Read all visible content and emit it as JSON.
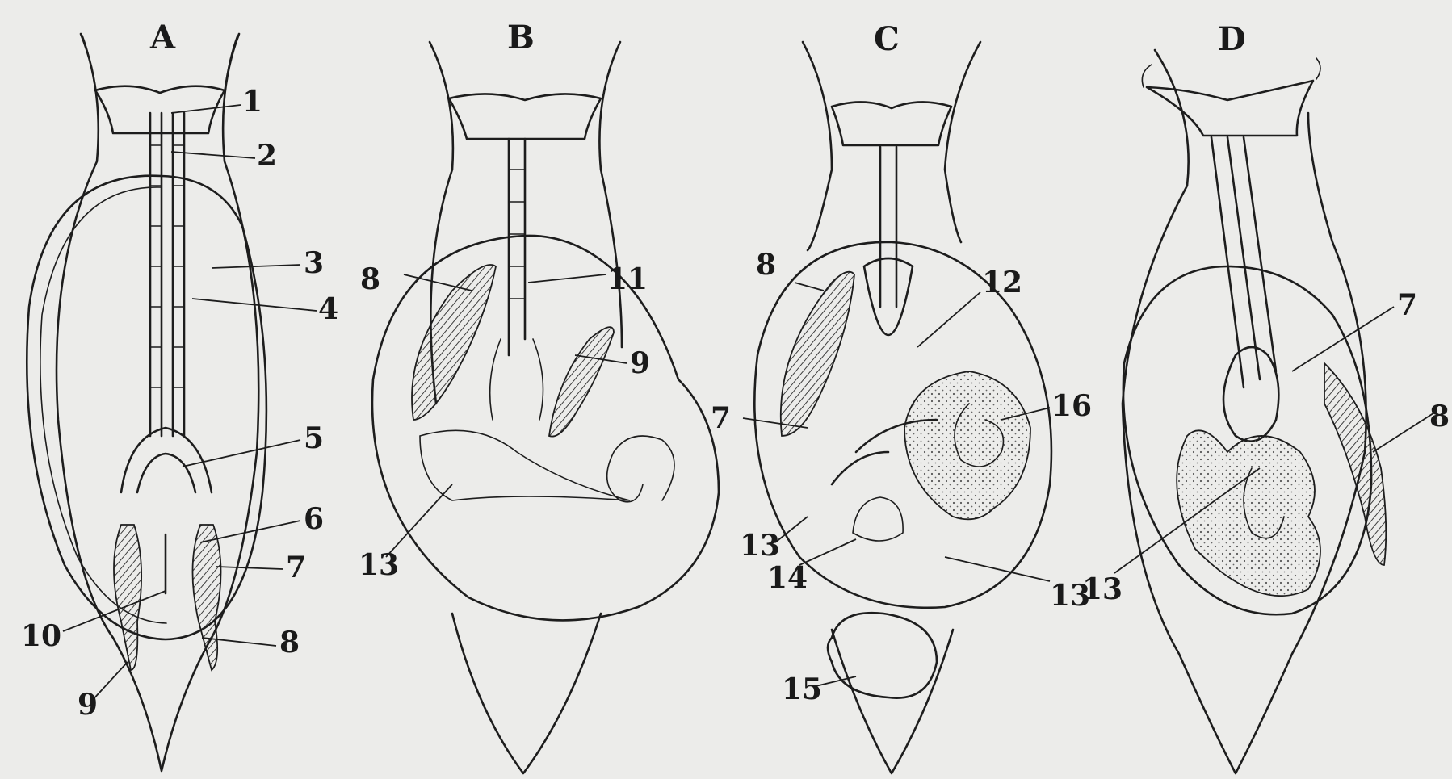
{
  "panels": [
    {
      "id": "A",
      "label": "A"
    },
    {
      "id": "B",
      "label": "B"
    },
    {
      "id": "C",
      "label": "C"
    },
    {
      "id": "D",
      "label": "D"
    }
  ],
  "labels": {
    "A": [
      "1",
      "2",
      "3",
      "4",
      "5",
      "6",
      "7",
      "8",
      "9",
      "10"
    ],
    "B": [
      "8",
      "11",
      "9",
      "13"
    ],
    "C": [
      "8",
      "12",
      "7",
      "16",
      "13",
      "14",
      "13",
      "15"
    ],
    "D": [
      "7",
      "8",
      "13"
    ]
  }
}
